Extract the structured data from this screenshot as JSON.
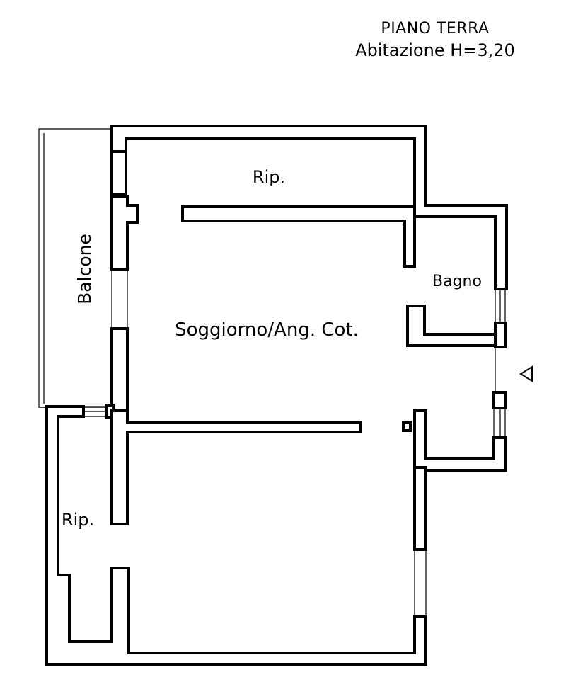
{
  "header": {
    "floor": "PIANO TERRA",
    "subtitle": "Abitazione H=3,20"
  },
  "rooms": {
    "rip_top": "Rip.",
    "balcone": "Balcone",
    "bagno": "Bagno",
    "soggiorno": "Soggiorno/Ang. Cot.",
    "rip_left": "Rip."
  },
  "icons": {
    "entrance": "entrance-arrow-icon"
  }
}
